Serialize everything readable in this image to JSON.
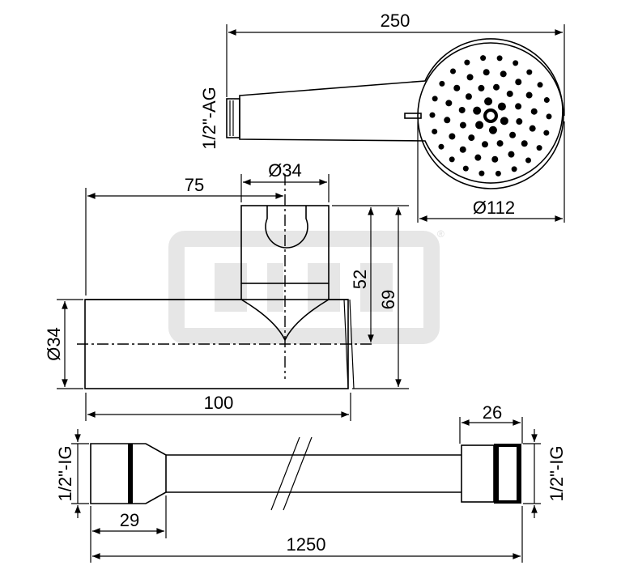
{
  "watermark": {
    "logo_text": "DIJE",
    "registered_mark": "®"
  },
  "hand_shower": {
    "length": "250",
    "thread": "1/2\"-AG",
    "head_diameter": "Ø112"
  },
  "holder": {
    "offset": "75",
    "holder_diameter": "Ø34",
    "inner_height": "52",
    "total_height": "69",
    "body_diameter": "Ø34",
    "body_length": "100"
  },
  "hose": {
    "right_nut": "26",
    "left_thread": "1/2\"-IG",
    "right_thread": "1/2\"-IG",
    "left_nut": "29",
    "length": "1250"
  },
  "colors": {
    "line": "#000000",
    "watermark": "#e6e6e6"
  }
}
